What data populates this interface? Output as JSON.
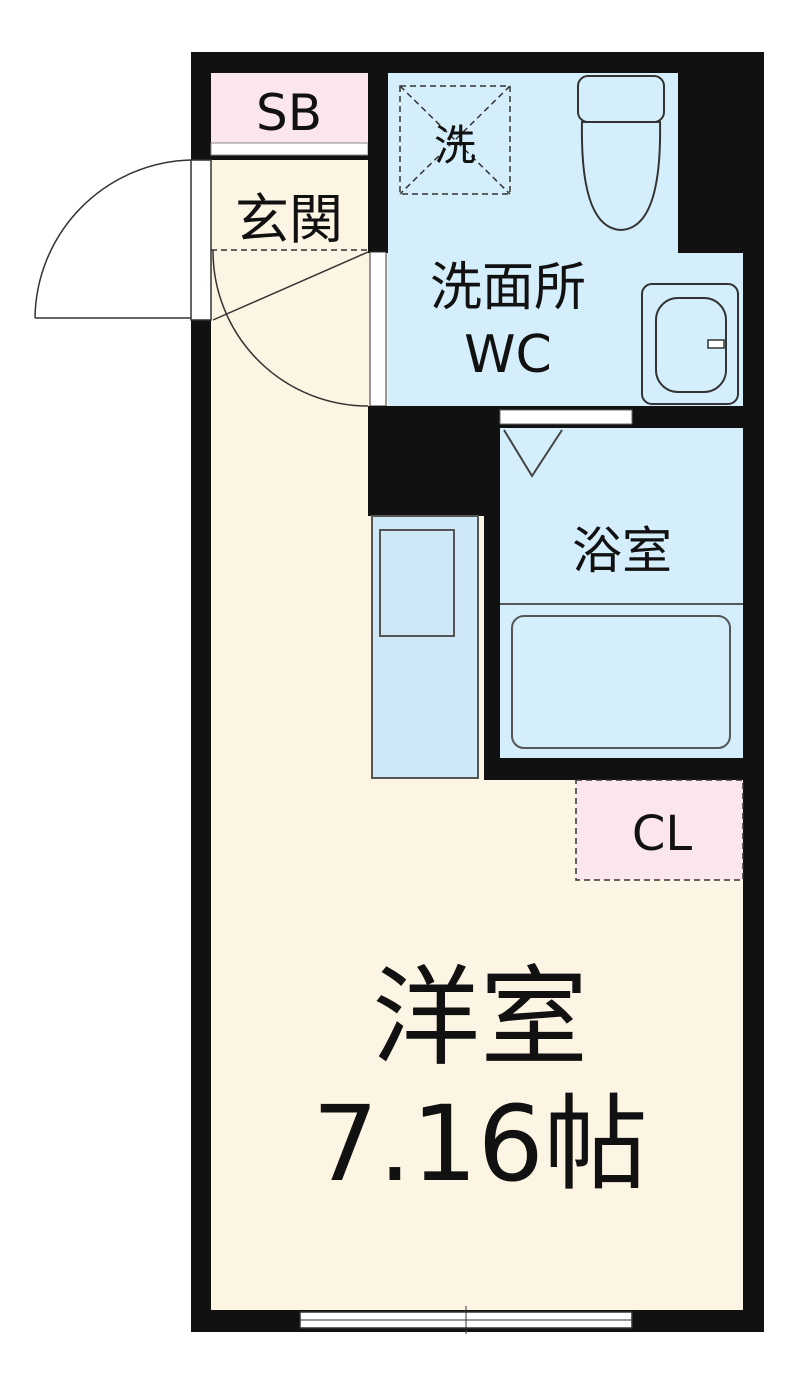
{
  "labels": {
    "sb": "SB",
    "washer": "洗",
    "genkan": "玄関",
    "washroom": "洗面所",
    "wc": "WC",
    "bath": "浴室",
    "cl": "CL",
    "main_room": "洋室",
    "main_size": "7.16帖"
  },
  "colors": {
    "wall": "#111111",
    "room_floor": "#fdf5e3",
    "water_area": "#d5eefb",
    "storage": "#fbe6ef",
    "kitchen": "#cfe8f8"
  }
}
